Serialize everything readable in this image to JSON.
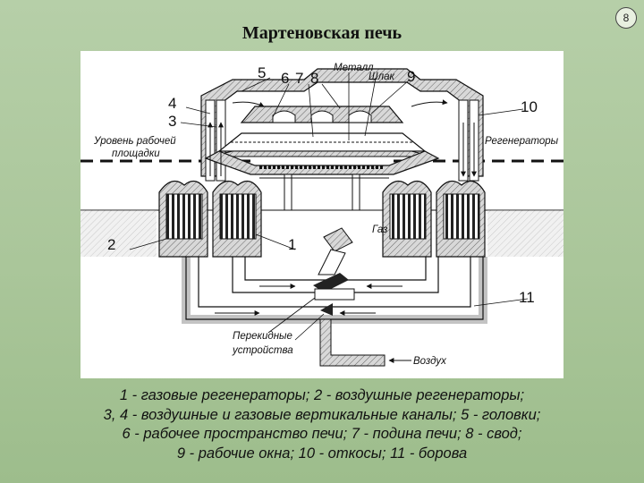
{
  "page": {
    "number": "8"
  },
  "title": "Мартеновская печь",
  "diagram": {
    "labels": {
      "n1": "1",
      "n2": "2",
      "n3": "3",
      "n4": "4",
      "n5": "5",
      "n6": "6",
      "n7": "7",
      "n8": "8",
      "n9": "9",
      "n10": "10",
      "n11": "11",
      "metal": "Металл",
      "slag": "Шлак",
      "floor_level_1": "Уровень рабочей",
      "floor_level_2": "площадки",
      "regenerators": "Регенераторы",
      "gas": "Газ",
      "switch_1": "Перекидные",
      "switch_2": "устройства",
      "air": "Воздух"
    }
  },
  "caption": {
    "line1": "1 - газовые регенераторы; 2 - воздушные регенераторы;",
    "line2": "3, 4 - воздушные и газовые вертикальные каналы; 5 - головки;",
    "line3": "6 - рабочее пространство печи; 7 - подина печи; 8 - свод;",
    "line4": "9 - рабочие окна; 10 - откосы; 11 - борова"
  }
}
